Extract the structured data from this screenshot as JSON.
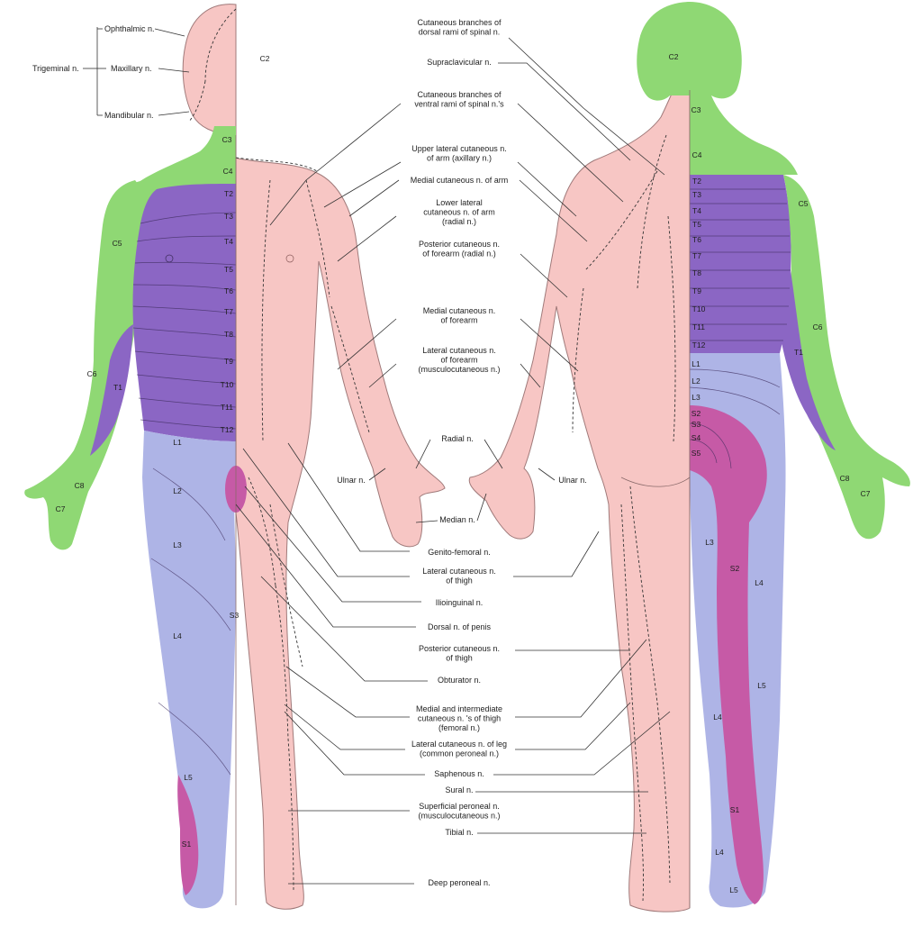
{
  "colors": {
    "skin": "#f7c6c4",
    "cervical": "#8fd874",
    "thoracic": "#8b66c4",
    "lumbar": "#aeb4e6",
    "sacral": "#c65aa6",
    "line": "#333333"
  },
  "left_labels": {
    "trigeminal": "Trigeminal n.",
    "ophthalmic": "Ophthalmic n.",
    "maxillary": "Maxillary n.",
    "mandibular": "Mandibular n."
  },
  "center_labels": [
    {
      "lines": [
        "Cutaneous branches of",
        "dorsal rami of spinal n."
      ]
    },
    {
      "lines": [
        "Supraclavicular n."
      ]
    },
    {
      "lines": [
        "Cutaneous branches of",
        "ventral rami of spinal n.'s"
      ]
    },
    {
      "lines": [
        "Upper lateral cutaneous n.",
        "of arm (axillary n.)"
      ]
    },
    {
      "lines": [
        "Medial cutaneous n. of arm"
      ]
    },
    {
      "lines": [
        "Lower lateral",
        "cutaneous n. of arm",
        "(radial n.)"
      ]
    },
    {
      "lines": [
        "Posterior cutaneous n.",
        "of forearm (radial n.)"
      ]
    },
    {
      "lines": [
        "Medial cutaneous n.",
        "of forearm"
      ]
    },
    {
      "lines": [
        "Lateral cutaneous n.",
        "of forearm",
        "(musculocutaneous n.)"
      ]
    },
    {
      "lines": [
        "Radial n."
      ]
    },
    {
      "lines": [
        "Ulnar n."
      ]
    },
    {
      "lines": [
        "Ulnar n."
      ]
    },
    {
      "lines": [
        "Median n."
      ]
    },
    {
      "lines": [
        "Genito-femoral n."
      ]
    },
    {
      "lines": [
        "Lateral cutaneous n.",
        "of thigh"
      ]
    },
    {
      "lines": [
        "Ilioinguinal n."
      ]
    },
    {
      "lines": [
        "Dorsal n. of penis"
      ]
    },
    {
      "lines": [
        "Posterior cutaneous n.",
        "of thigh"
      ]
    },
    {
      "lines": [
        "Obturator n."
      ]
    },
    {
      "lines": [
        "Medial and intermediate",
        "cutaneous n. 's of thigh",
        "(femoral n.)"
      ]
    },
    {
      "lines": [
        "Lateral cutaneous n. of leg",
        "(common peroneal n.)"
      ]
    },
    {
      "lines": [
        "Saphenous n."
      ]
    },
    {
      "lines": [
        "Sural n."
      ]
    },
    {
      "lines": [
        "Superficial peroneal n.",
        "(musculocutaneous n.)"
      ]
    },
    {
      "lines": [
        "Tibial n."
      ]
    },
    {
      "lines": [
        "Deep peroneal n."
      ]
    }
  ],
  "front_segments": [
    "C2",
    "C3",
    "C4",
    "T2",
    "T3",
    "T4",
    "T5",
    "T6",
    "T7",
    "T8",
    "T9",
    "T10",
    "T11",
    "T12",
    "C5",
    "C6",
    "T1",
    "C8",
    "C7",
    "L1",
    "L2",
    "L3",
    "S3",
    "L4",
    "L5",
    "S1"
  ],
  "back_segments": [
    "C2",
    "C3",
    "C4",
    "T2",
    "T3",
    "T4",
    "T5",
    "T6",
    "T7",
    "T8",
    "T9",
    "T10",
    "T11",
    "T12",
    "L1",
    "L2",
    "L3",
    "S2",
    "S3",
    "S4",
    "S5",
    "C5",
    "C6",
    "T1",
    "C8",
    "C7",
    "L3",
    "S2",
    "L4",
    "L5",
    "L4",
    "S1",
    "L4",
    "L5"
  ]
}
